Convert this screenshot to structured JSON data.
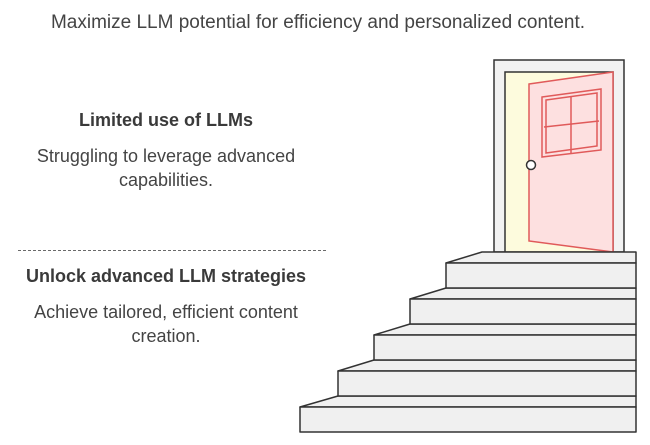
{
  "title": "Maximize LLM potential for efficiency and personalized content.",
  "top_block": {
    "heading": "Limited use of LLMs",
    "description": "Struggling to leverage advanced capabilities."
  },
  "bottom_block": {
    "heading": "Unlock advanced LLM strategies",
    "description": "Achieve tailored, efficient content creation."
  },
  "illustration": {
    "name": "door-and-staircase",
    "colors": {
      "frame": "#f2f2f2",
      "door_opening": "#fdfbdd",
      "door": "#fde0e0",
      "door_stroke": "#e05a5a",
      "stairs": "#f0f0f0",
      "stroke": "#333333"
    }
  }
}
